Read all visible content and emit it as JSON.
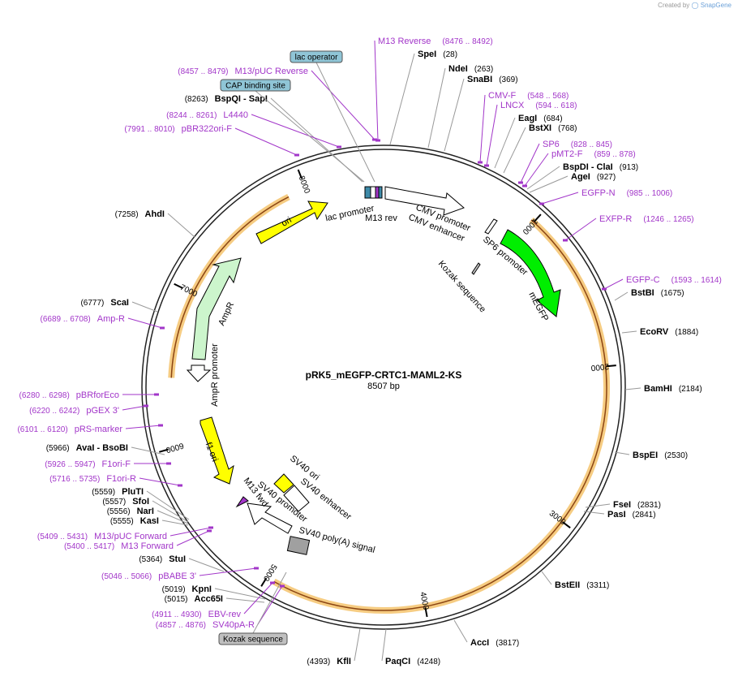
{
  "credit": {
    "prefix": "Created by",
    "brand": "SnapGene"
  },
  "plasmid": {
    "name": "pRK5_mEGFP-CRTC1-MAML2-KS",
    "length_label": "8507 bp",
    "length": 8507
  },
  "ticks": [
    {
      "bp": 1000,
      "label": "1000"
    },
    {
      "bp": 2000,
      "label": "2000"
    },
    {
      "bp": 3000,
      "label": "3000"
    },
    {
      "bp": 4000,
      "label": "4000"
    },
    {
      "bp": 5000,
      "label": "5000"
    },
    {
      "bp": 6000,
      "label": "6000"
    },
    {
      "bp": 7000,
      "label": "7000"
    },
    {
      "bp": 8000,
      "label": "8000"
    }
  ],
  "enzymes": [
    {
      "name": "SpeI",
      "pos": "(28)",
      "bp": 28
    },
    {
      "name": "NdeI",
      "pos": "(263)",
      "bp": 263
    },
    {
      "name": "SnaBI",
      "pos": "(369)",
      "bp": 369
    },
    {
      "name": "EagI",
      "pos": "(684)",
      "bp": 684
    },
    {
      "name": "BstXI",
      "pos": "(768)",
      "bp": 768
    },
    {
      "name": "BspDI - ClaI",
      "pos": "(913)",
      "bp": 913
    },
    {
      "name": "AgeI",
      "pos": "(927)",
      "bp": 927
    },
    {
      "name": "BstBI",
      "pos": "(1675)",
      "bp": 1675
    },
    {
      "name": "EcoRV",
      "pos": "(1884)",
      "bp": 1884
    },
    {
      "name": "BamHI",
      "pos": "(2184)",
      "bp": 2184
    },
    {
      "name": "BspEI",
      "pos": "(2530)",
      "bp": 2530
    },
    {
      "name": "FseI",
      "pos": "(2831)",
      "bp": 2831
    },
    {
      "name": "PasI",
      "pos": "(2841)",
      "bp": 2841
    },
    {
      "name": "BstEII",
      "pos": "(3311)",
      "bp": 3311
    },
    {
      "name": "AccI",
      "pos": "(3817)",
      "bp": 3817
    },
    {
      "name": "PaqCI",
      "pos": "(4248)",
      "bp": 4248
    },
    {
      "name": "KflI",
      "pos": "(4393)",
      "bp": 4393
    },
    {
      "name": "Acc65I",
      "pos": "(5015)",
      "bp": 5015
    },
    {
      "name": "KpnI",
      "pos": "(5019)",
      "bp": 5019
    },
    {
      "name": "StuI",
      "pos": "(5364)",
      "bp": 5364
    },
    {
      "name": "KasI",
      "pos": "(5555)",
      "bp": 5555
    },
    {
      "name": "NarI",
      "pos": "(5556)",
      "bp": 5556
    },
    {
      "name": "SfoI",
      "pos": "(5557)",
      "bp": 5557
    },
    {
      "name": "PluTI",
      "pos": "(5559)",
      "bp": 5559
    },
    {
      "name": "AvaI - BsoBI",
      "pos": "(5966)",
      "bp": 5966
    },
    {
      "name": "ScaI",
      "pos": "(6777)",
      "bp": 6777
    },
    {
      "name": "AhdI",
      "pos": "(7258)",
      "bp": 7258
    },
    {
      "name": "BspQI - SapI",
      "pos": "(8263)",
      "bp": 8263
    }
  ],
  "primers": [
    {
      "name": "M13 Reverse",
      "pos": "(8476 .. 8492)",
      "bp": 8484
    },
    {
      "name": "M13/pUC Reverse",
      "pos": "(8457 .. 8479)",
      "bp": 8468
    },
    {
      "name": "L4440",
      "pos": "(8244 .. 8261)",
      "bp": 8252
    },
    {
      "name": "pBR322ori-F",
      "pos": "(7991 .. 8010)",
      "bp": 8000
    },
    {
      "name": "CMV-F",
      "pos": "(548 .. 568)",
      "bp": 558
    },
    {
      "name": "LNCX",
      "pos": "(594 .. 618)",
      "bp": 606
    },
    {
      "name": "SP6",
      "pos": "(828 .. 845)",
      "bp": 836
    },
    {
      "name": "pMT2-F",
      "pos": "(859 .. 878)",
      "bp": 868
    },
    {
      "name": "EGFP-N",
      "pos": "(985 .. 1006)",
      "bp": 995
    },
    {
      "name": "EXFP-R",
      "pos": "(1246 .. 1265)",
      "bp": 1255
    },
    {
      "name": "EGFP-C",
      "pos": "(1593 .. 1614)",
      "bp": 1603
    },
    {
      "name": "Amp-R",
      "pos": "(6689 .. 6708)",
      "bp": 6698
    },
    {
      "name": "pBRforEco",
      "pos": "(6280 .. 6298)",
      "bp": 6289
    },
    {
      "name": "pGEX 3'",
      "pos": "(6220 .. 6242)",
      "bp": 6231
    },
    {
      "name": "pRS-marker",
      "pos": "(6101 .. 6120)",
      "bp": 6110
    },
    {
      "name": "F1ori-F",
      "pos": "(5926 .. 5947)",
      "bp": 5936
    },
    {
      "name": "F1ori-R",
      "pos": "(5716 .. 5735)",
      "bp": 5725
    },
    {
      "name": "M13/pUC Forward",
      "pos": "(5409 .. 5431)",
      "bp": 5420
    },
    {
      "name": "M13 Forward",
      "pos": "(5400 .. 5417)",
      "bp": 5408
    },
    {
      "name": "pBABE 3'",
      "pos": "(5046 .. 5066)",
      "bp": 5056
    },
    {
      "name": "EBV-rev",
      "pos": "(4911 .. 4930)",
      "bp": 4920
    },
    {
      "name": "SV40pA-R",
      "pos": "(4857 .. 4876)",
      "bp": 4866
    }
  ],
  "boxed_features": [
    {
      "name": "lac operator",
      "color": "#8fc5d6",
      "bp": 8450
    },
    {
      "name": "CAP binding site",
      "color": "#8fc5d6",
      "bp": 8380
    },
    {
      "name": "Kozak sequence",
      "color": "#c0c0c0",
      "bp": 4700
    }
  ],
  "features": [
    {
      "name": "ori",
      "color": "#ffff00"
    },
    {
      "name": "AmpR",
      "color": "#ccf5cc"
    },
    {
      "name": "AmpR promoter",
      "color": "#ffffff"
    },
    {
      "name": "f1 ori",
      "color": "#ffff00"
    },
    {
      "name": "SV40 ori",
      "color": "#ffff00"
    },
    {
      "name": "SV40 enhancer",
      "color": "#ffffff"
    },
    {
      "name": "SV40 promoter",
      "color": "#ffffff"
    },
    {
      "name": "M13 fwd",
      "color": "#a236c9"
    },
    {
      "name": "SV40 poly(A) signal",
      "color": "#a0a0a0"
    },
    {
      "name": "lac promoter",
      "color": "#ffffff"
    },
    {
      "name": "M13 rev",
      "color": "#a236c9"
    },
    {
      "name": "CMV enhancer",
      "color": "#ffffff"
    },
    {
      "name": "CMV promoter",
      "color": "#ffffff"
    },
    {
      "name": "SP6 promoter",
      "color": "#ffffff"
    },
    {
      "name": "Kozak sequence",
      "color": "#c0c0c0"
    },
    {
      "name": "mEGFP",
      "color": "#00ee00"
    }
  ],
  "colors": {
    "primer": "#a236c9",
    "orf_highlight": "#f5c36c",
    "orf_line": "#8b4513"
  }
}
